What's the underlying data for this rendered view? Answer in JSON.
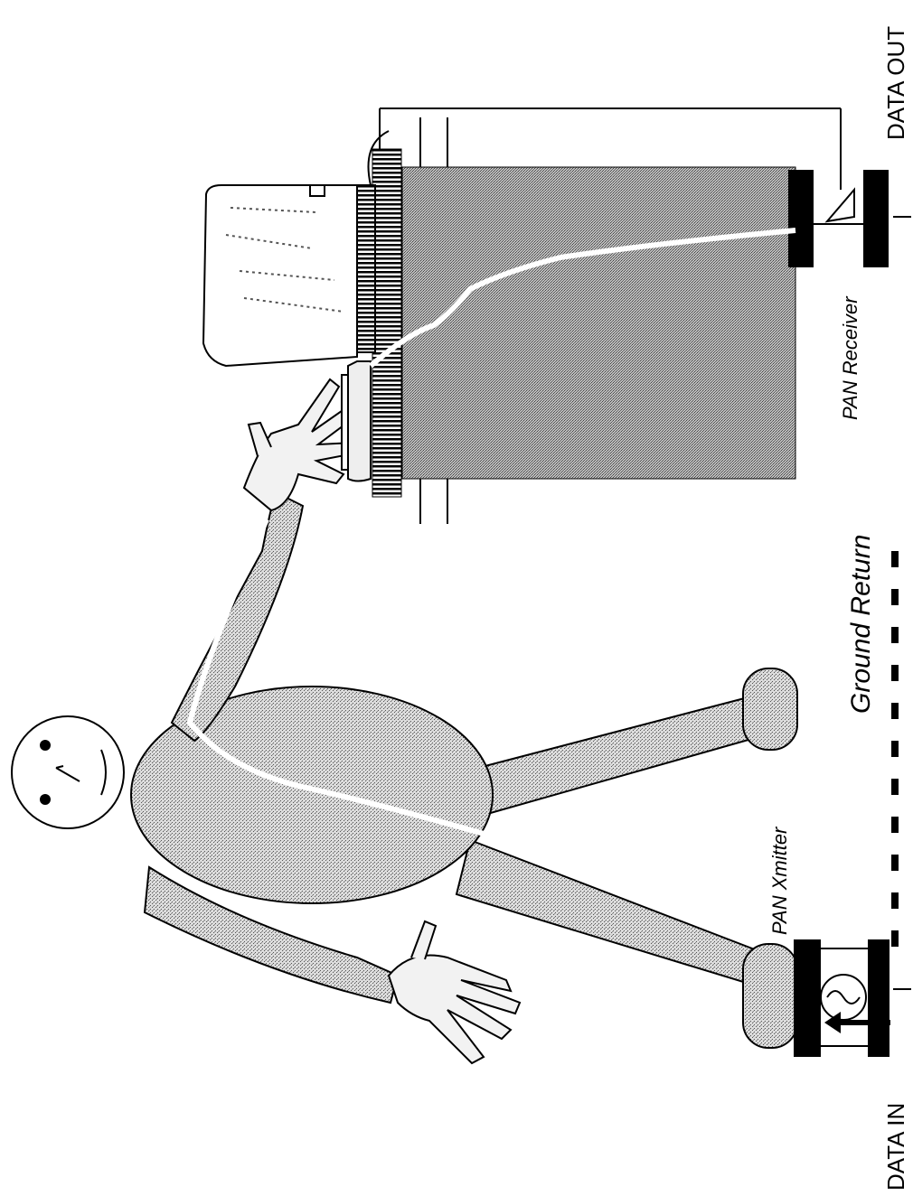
{
  "labels": {
    "data_in": "DATA IN",
    "data_out": "DATA OUT",
    "pan_transmitter": "PAN Xmitter",
    "pan_receiver": "PAN Receiver",
    "ground_return": "Ground Return"
  },
  "colors": {
    "ink": "#000000",
    "paper": "#ffffff",
    "stipple_dark": "#9a9a9a",
    "stipple_light": "#d4d4d4"
  }
}
